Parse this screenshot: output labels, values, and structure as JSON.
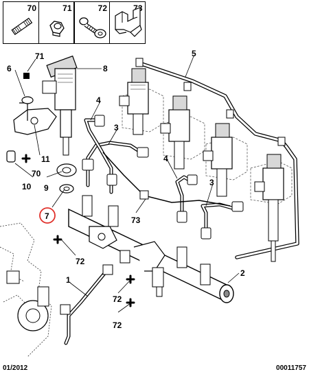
{
  "legend": [
    {
      "number": "70",
      "icon": "stud-icon"
    },
    {
      "number": "71",
      "icon": "nut-icon"
    },
    {
      "number": "72",
      "icon": "bolt-washer-icon"
    },
    {
      "number": "73",
      "icon": "clip-icon"
    }
  ],
  "callouts": {
    "c5": "5",
    "c71": "71",
    "c6": "6",
    "c8": "8",
    "c4a": "4",
    "c3a": "3",
    "c11": "11",
    "c70": "70",
    "c10": "10",
    "c9": "9",
    "c4b": "4",
    "c3b": "3",
    "c7": "7",
    "c73": "73",
    "c72a": "72",
    "c2": "2",
    "c1": "1",
    "c72b": "72",
    "c72c": "72"
  },
  "highlighted_callout": "7",
  "colors": {
    "line": "#000000",
    "highlight": "#e0302a",
    "shade": "#8a8a8a",
    "light": "#d8d8d8"
  },
  "footer": {
    "date": "01/2012",
    "reference": "00011757"
  }
}
